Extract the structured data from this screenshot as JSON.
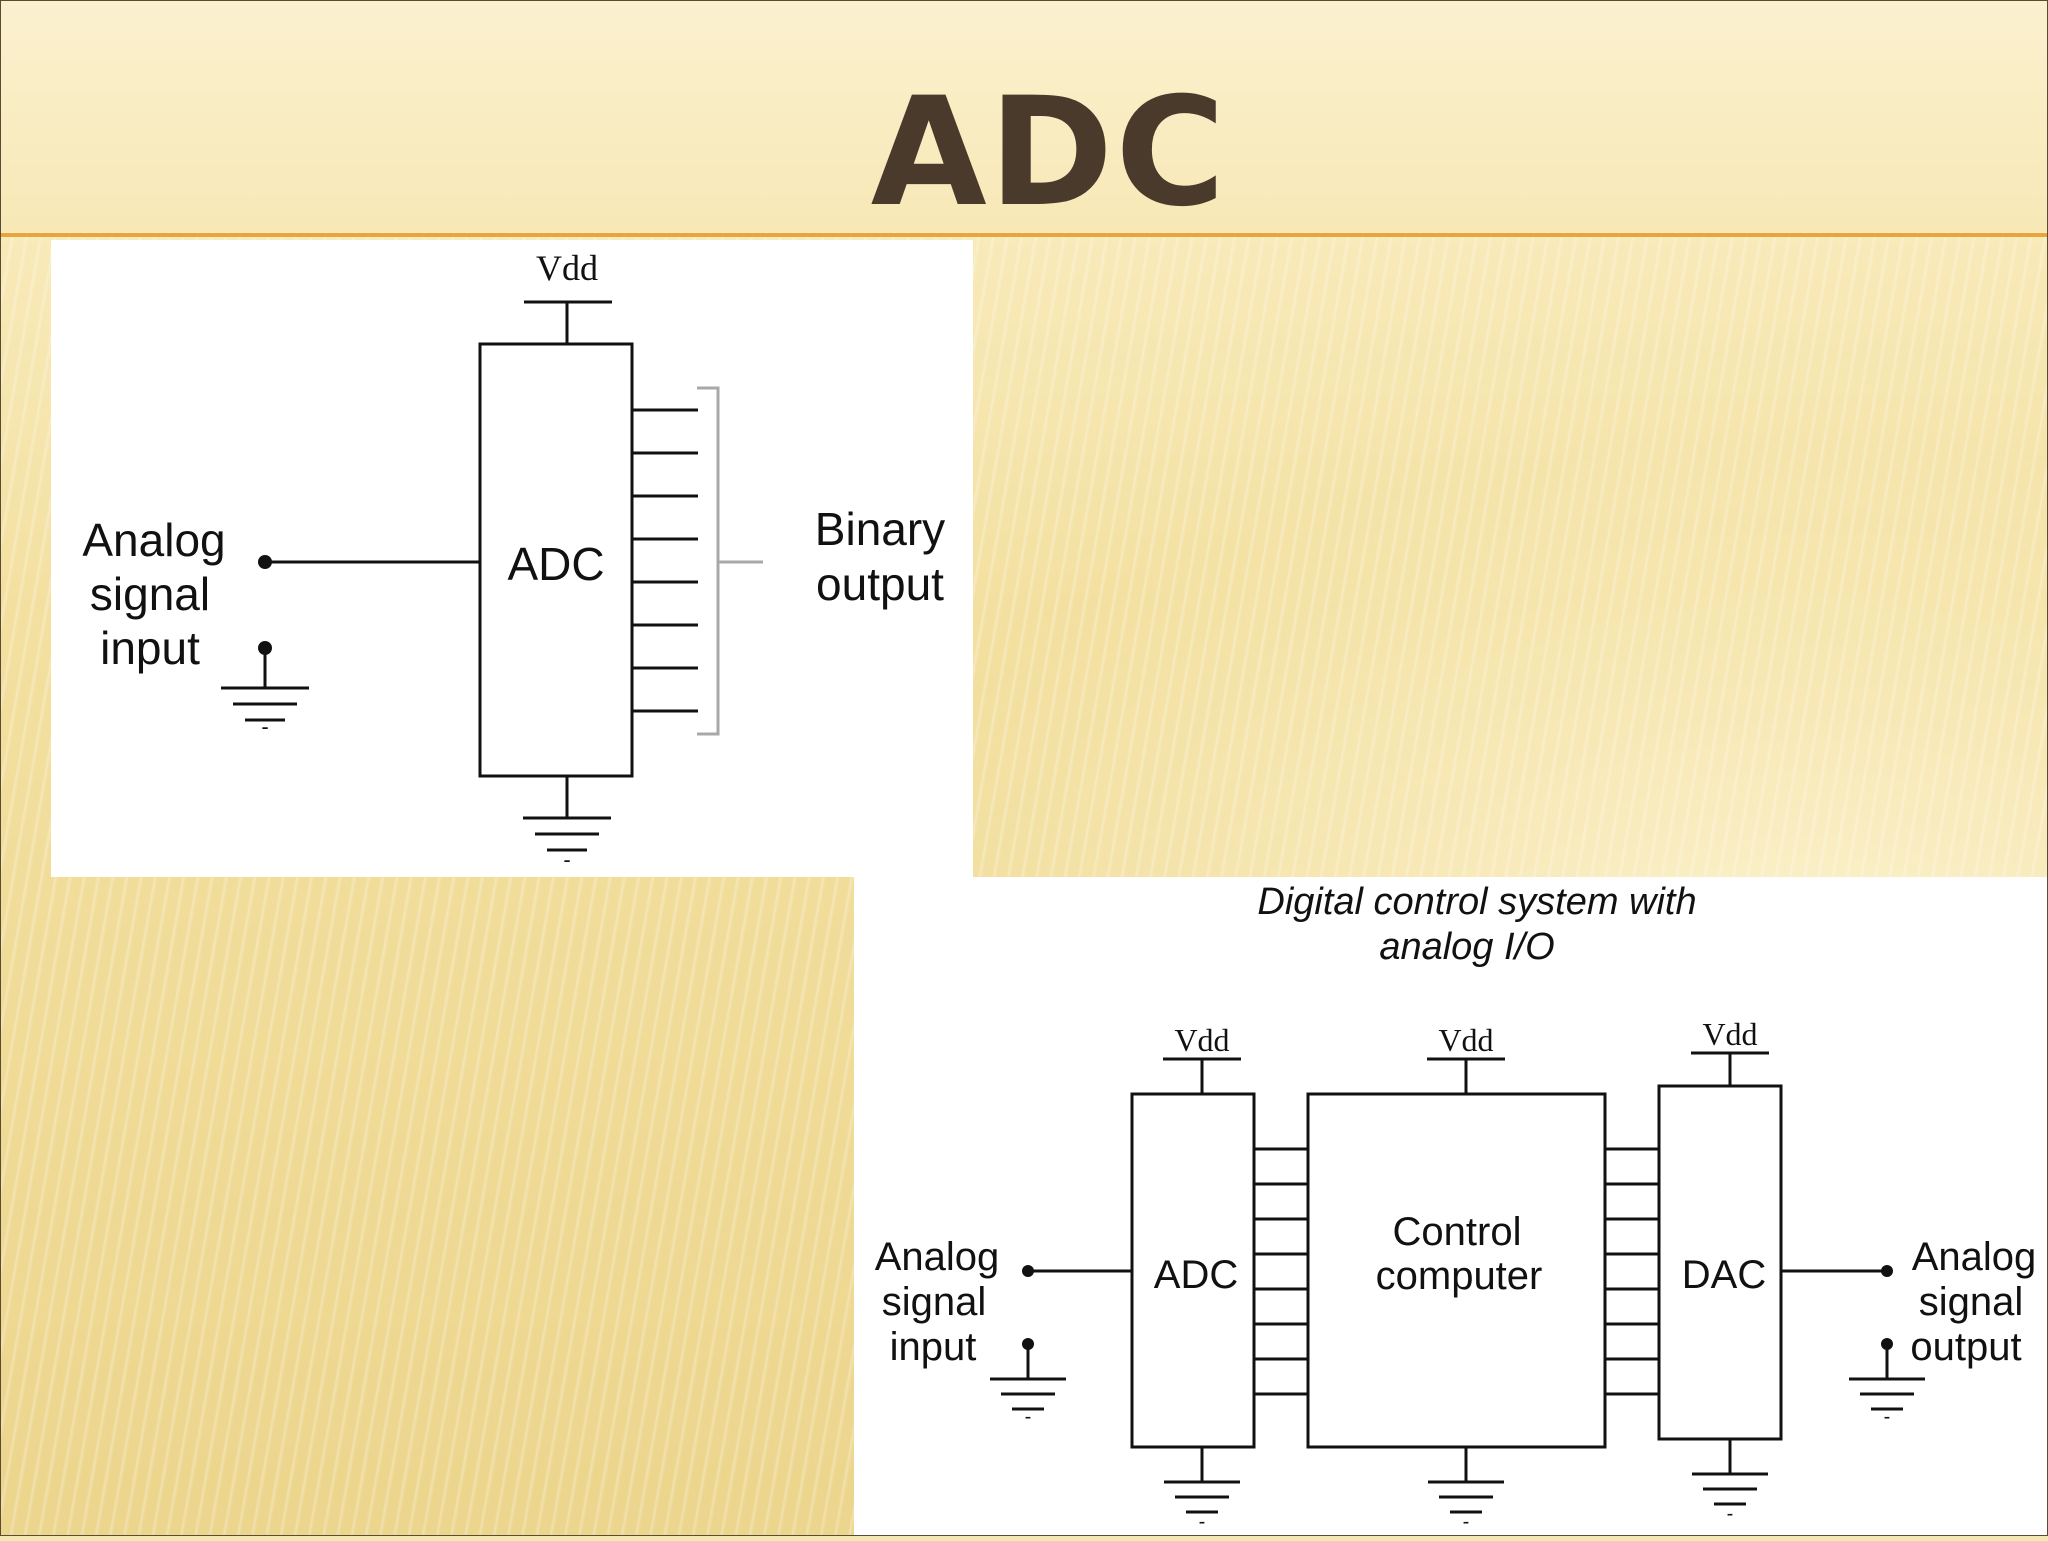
{
  "slide": {
    "title": "ADC"
  },
  "diagram_adc": {
    "vdd_label": "Vdd",
    "block_label": "ADC",
    "input_label": [
      "Analog",
      "signal",
      "input"
    ],
    "output_label": [
      "Binary",
      "output"
    ],
    "ground_minus": "-"
  },
  "diagram_system": {
    "caption": [
      "Digital control system with",
      "analog I/O"
    ],
    "vdd_label": "Vdd",
    "adc_label": "ADC",
    "computer_label": [
      "Control",
      "computer"
    ],
    "dac_label": "DAC",
    "input_label": [
      "Analog",
      "signal",
      "input"
    ],
    "output_label": [
      "Analog",
      "signal",
      "output"
    ],
    "ground_minus": "-"
  }
}
